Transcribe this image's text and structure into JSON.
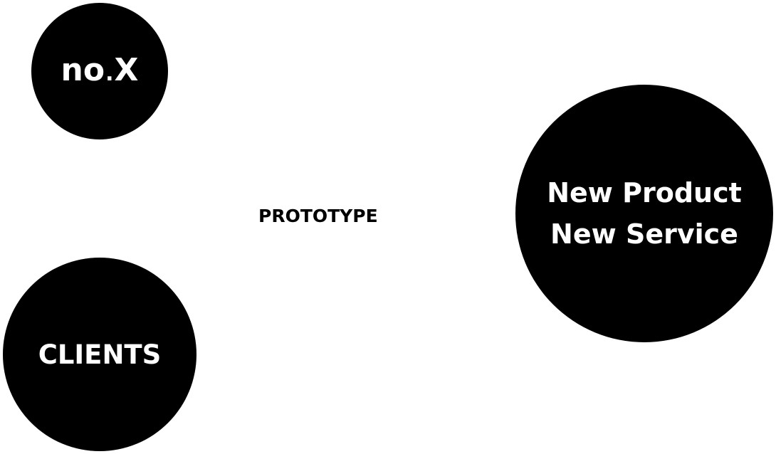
{
  "nodes": {
    "nox": {
      "logo_main": "no",
      "logo_dot": ".",
      "logo_end": "X"
    },
    "clients": {
      "label": "CLIENTS"
    },
    "product": {
      "line1": "New Product",
      "line2": "New Service"
    }
  },
  "connector": {
    "label": "PROTOTYPE"
  },
  "colors": {
    "node_fill": "#000000",
    "node_text": "#ffffff",
    "background": "#ffffff"
  }
}
